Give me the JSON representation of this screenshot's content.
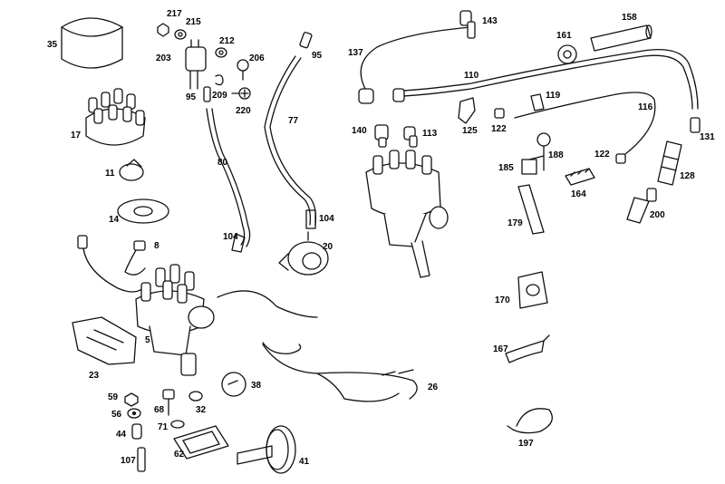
{
  "colors": {
    "line": "#111111",
    "background": "#ffffff"
  },
  "labels": {
    "p35": "35",
    "p217": "217",
    "p215": "215",
    "p212": "212",
    "p203": "203",
    "p206": "206",
    "p209": "209",
    "p220": "220",
    "p95a": "95",
    "p95b": "95",
    "p77": "77",
    "p80": "80",
    "p104a": "104",
    "p104b": "104",
    "p20": "20",
    "p17": "17",
    "p11": "11",
    "p14": "14",
    "p8": "8",
    "p5": "5",
    "p23": "23",
    "p38": "38",
    "p32": "32",
    "p59": "59",
    "p68": "68",
    "p56": "56",
    "p71": "71",
    "p44": "44",
    "p62": "62",
    "p107": "107",
    "p41": "41",
    "p26": "26",
    "p137": "137",
    "p143": "143",
    "p161": "161",
    "p158": "158",
    "p110": "110",
    "p119": "119",
    "p116": "116",
    "p140": "140",
    "p113": "113",
    "p125": "125",
    "p122a": "122",
    "p122b": "122",
    "p131": "131",
    "p188": "188",
    "p185": "185",
    "p128": "128",
    "p164": "164",
    "p179": "179",
    "p200": "200",
    "p170": "170",
    "p167": "167",
    "p197": "197"
  }
}
